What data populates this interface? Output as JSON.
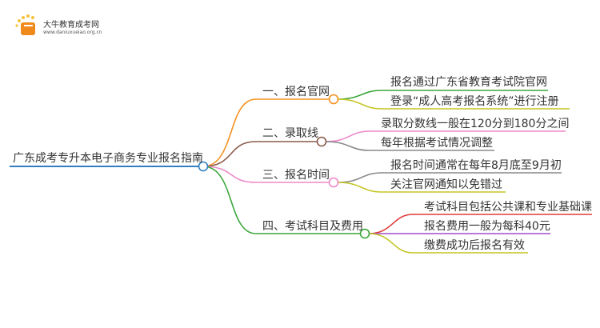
{
  "logo": {
    "title": "大牛教育成考网",
    "url": "www.daniuxueiao.org.cn"
  },
  "root": {
    "label": "广东成考专升本电子商务专业报名指南",
    "color": "#2f7fc1"
  },
  "branches": [
    {
      "label": "一、报名官网",
      "color": "#f5901e",
      "children": [
        {
          "label": "报名通过广东省教育考试院官网",
          "color": "#3aa63a"
        },
        {
          "label": "登录“成人高考报名系统”进行注册",
          "color": "#c5c524"
        }
      ]
    },
    {
      "label": "二、录取线",
      "color": "#8b5a4a",
      "children": [
        {
          "label": "录取分数线一般在120分到180分之间",
          "color": "#ee88c8"
        },
        {
          "label": "每年根据考试情况调整",
          "color": "#888888"
        }
      ]
    },
    {
      "label": "三、报名时间",
      "color": "#ee88c8",
      "children": [
        {
          "label": "报名时间通常在每年8月底至9月初",
          "color": "#888888"
        },
        {
          "label": "关注官网通知以免错过",
          "color": "#c5c524"
        }
      ]
    },
    {
      "label": "四、考试科目及费用",
      "color": "#3aa63a",
      "children": [
        {
          "label": "考试科目包括公共课和专业基础课",
          "color": "#e03a3a"
        },
        {
          "label": "报名费用一般为每科40元",
          "color": "#9b4fc8"
        },
        {
          "label": "缴费成功后报名有效",
          "color": "#c5c524"
        }
      ]
    }
  ]
}
